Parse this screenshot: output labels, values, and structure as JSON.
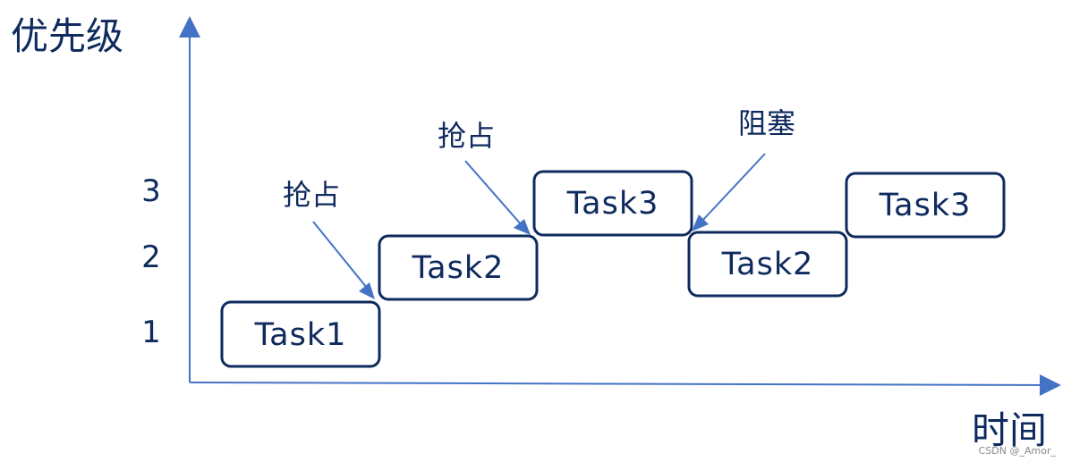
{
  "y_axis_title": "优先级",
  "x_axis_title": "时间",
  "levels": [
    "1",
    "2",
    "3"
  ],
  "tasks": [
    {
      "label": "Task1",
      "priority": 1
    },
    {
      "label": "Task2",
      "priority": 2
    },
    {
      "label": "Task3",
      "priority": 3
    },
    {
      "label": "Task2",
      "priority": 2
    },
    {
      "label": "Task3",
      "priority": 3
    }
  ],
  "annotations": [
    {
      "text": "抢占",
      "points_to": "Task2"
    },
    {
      "text": "抢占",
      "points_to": "Task3"
    },
    {
      "text": "阻塞",
      "points_to": "Task2"
    }
  ],
  "watermark": "CSDN @_Amor_",
  "colors": {
    "axis": "#4472c4",
    "box_border": "#0f2a5e",
    "text": "#0f2a5e"
  }
}
